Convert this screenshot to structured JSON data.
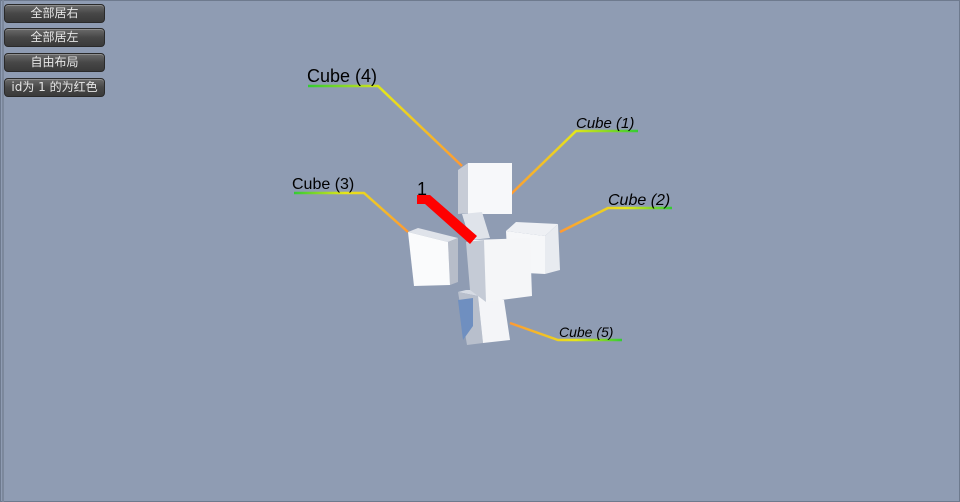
{
  "buttons": [
    {
      "label": "全部居右"
    },
    {
      "label": "全部居左"
    },
    {
      "label": "自由布局"
    },
    {
      "label": "id为 1 的为红色"
    }
  ],
  "labels": {
    "cube4": "Cube (4)",
    "cube1": "Cube (1)",
    "cube3": "Cube (3)",
    "cube2": "Cube (2)",
    "cube5": "Cube (5)",
    "id_marker": "1"
  },
  "colors": {
    "background": "#8f9cb3",
    "highlight_red": "#ff0000",
    "leader_green": "#33cc33",
    "leader_yellow": "#e6e619",
    "leader_orange": "#ff9933"
  }
}
